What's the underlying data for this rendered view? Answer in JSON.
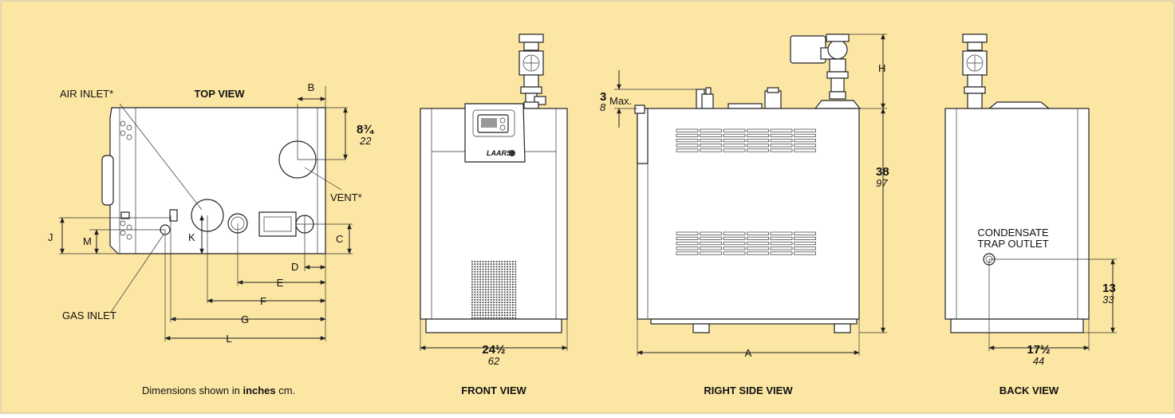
{
  "colors": {
    "background": "#fce6a4",
    "frame": "#c9b98a",
    "line": "#222222"
  },
  "top_view": {
    "title": "TOP VIEW",
    "air_inlet": "AIR INLET*",
    "vent": "VENT*",
    "gas_inlet": "GAS INLET",
    "dim_b": "B",
    "dim_c": "C",
    "dim_d": "D",
    "dim_e": "E",
    "dim_f": "F",
    "dim_g": "G",
    "dim_j": "J",
    "dim_k": "K",
    "dim_l": "L",
    "dim_m": "M",
    "dim_vent_in": "8¾",
    "dim_vent_cm": "22"
  },
  "front_view": {
    "title": "FRONT VIEW",
    "brand": "LAARS",
    "width_in": "24½",
    "width_cm": "62"
  },
  "right_side_view": {
    "title": "RIGHT SIDE VIEW",
    "max_in": "3",
    "max_cm": "8",
    "max_label": "Max.",
    "height_in": "38",
    "height_cm": "97",
    "dim_a": "A",
    "dim_h": "H"
  },
  "back_view": {
    "title": "BACK VIEW",
    "condensate_line1": "CONDENSATE",
    "condensate_line2": "TRAP OUTLET",
    "height_in": "13",
    "height_cm": "33",
    "width_in": "17½",
    "width_cm": "44"
  },
  "footnote": {
    "prefix": "Dimensions shown in ",
    "inches": "inches",
    "suffix": " cm."
  }
}
